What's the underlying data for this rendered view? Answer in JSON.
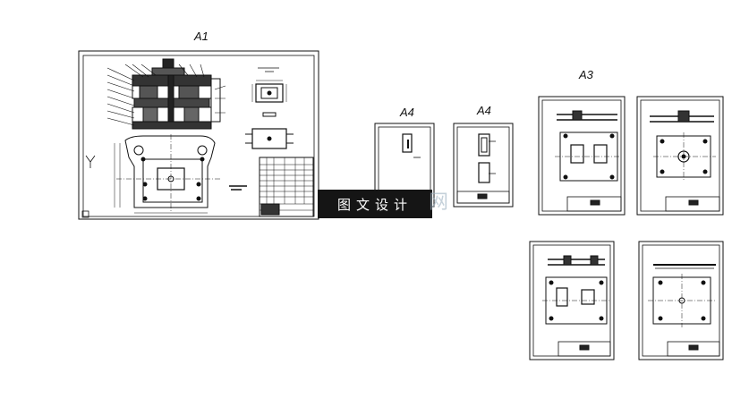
{
  "sheets": {
    "a1_label": "A1",
    "a4_label_1": "A4",
    "a4_label_2": "A4",
    "a3_label": "A3"
  },
  "watermark": {
    "text": "图文设计",
    "ghost": "网"
  },
  "colors": {
    "line": "#111111",
    "watermark_bg": "#151515",
    "watermark_text": "#ffffff"
  }
}
